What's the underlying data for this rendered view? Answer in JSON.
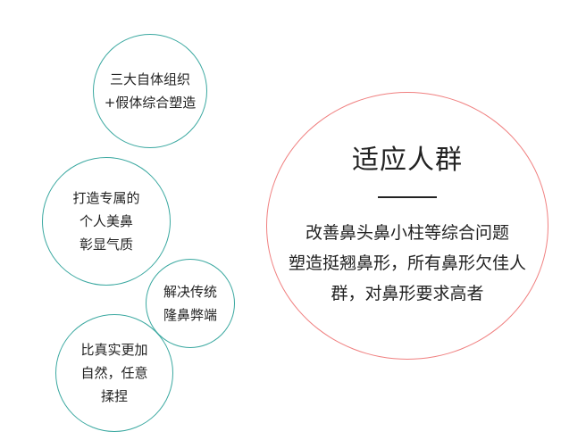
{
  "bubbles": [
    {
      "lines": [
        "三大自体组织",
        "+假体综合塑造"
      ]
    },
    {
      "lines": [
        "打造专属的",
        "个人美鼻",
        "彰显气质"
      ]
    },
    {
      "lines": [
        "解决传统",
        "隆鼻弊端"
      ]
    },
    {
      "lines": [
        "比真实更加",
        "自然，任意",
        "揉捏"
      ]
    }
  ],
  "main": {
    "title": "适应人群",
    "lines": [
      "改善鼻头鼻小柱等综合问题",
      "塑造挺翘鼻形，所有鼻形欠佳人",
      "群，对鼻形要求高者"
    ]
  },
  "colors": {
    "teal_border": "#3aa8a0",
    "coral_border": "#f08080",
    "text": "#222222"
  }
}
